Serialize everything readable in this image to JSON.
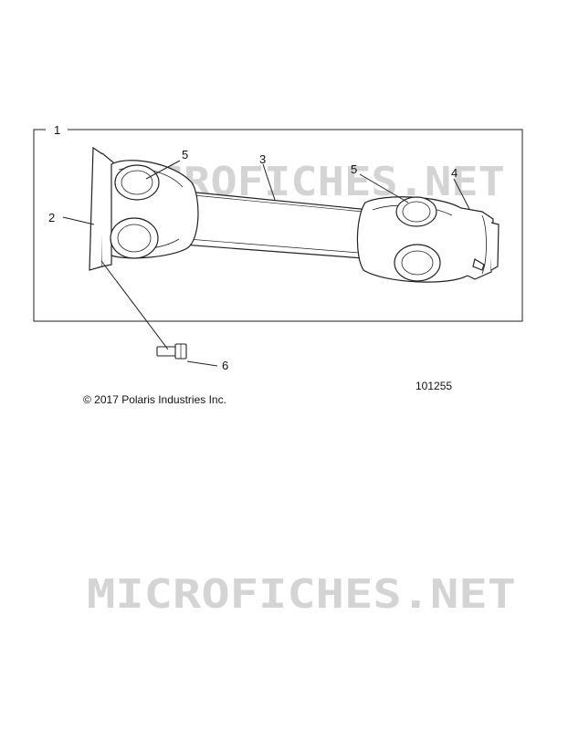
{
  "callouts": [
    {
      "id": "1",
      "label": "1",
      "part": "driveshaft-assembly"
    },
    {
      "id": "2",
      "label": "2",
      "part": "flange-yoke"
    },
    {
      "id": "3",
      "label": "3",
      "part": "shaft-tube"
    },
    {
      "id": "4",
      "label": "4",
      "part": "slip-yoke"
    },
    {
      "id": "5a",
      "label": "5",
      "part": "u-joint-cap-front"
    },
    {
      "id": "5b",
      "label": "5",
      "part": "u-joint-cap-rear"
    },
    {
      "id": "6",
      "label": "6",
      "part": "bolt"
    }
  ],
  "figure_number": "101255",
  "copyright": "© 2017 Polaris Industries Inc.",
  "watermark_top": "MICROFICHES.NET",
  "watermark_bottom": "MICROFICHES.NET",
  "colors": {
    "line": "#222222",
    "watermark": "#d4d4d4",
    "background": "#ffffff"
  }
}
